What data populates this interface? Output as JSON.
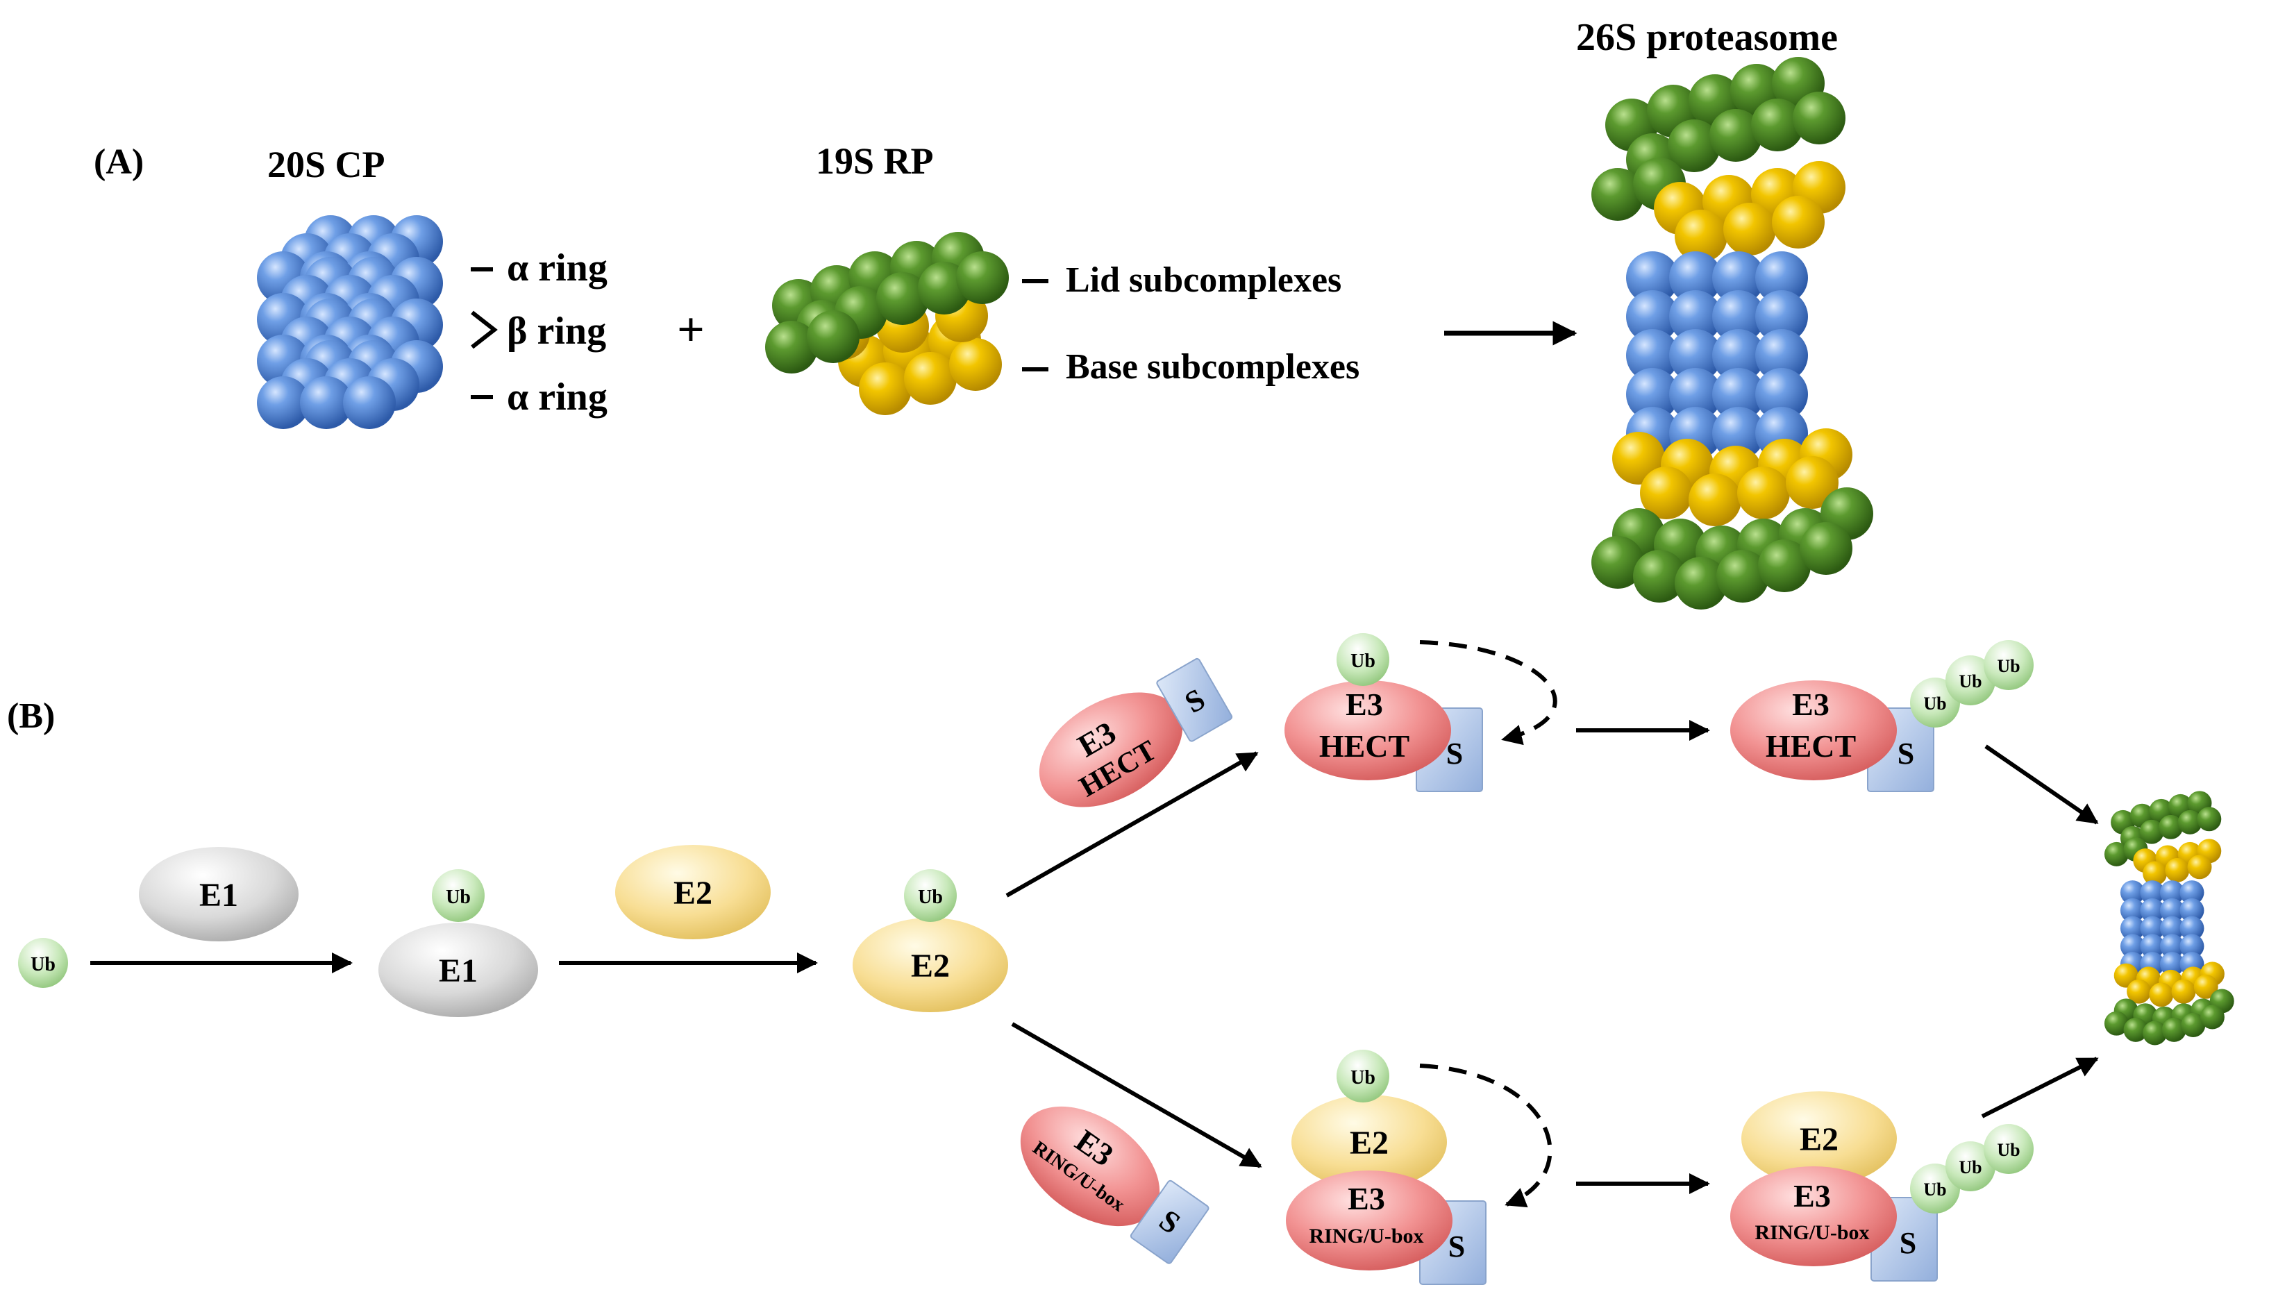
{
  "panel_a": {
    "label": "(A)",
    "cp_title": "20S CP",
    "rp_title": "19S RP",
    "proteasome_title": "26S proteasome",
    "alpha_ring_top": "α ring",
    "beta_ring": "β ring",
    "alpha_ring_bottom": "α ring",
    "lid": "Lid subcomplexes",
    "base": "Base subcomplexes",
    "plus": "+"
  },
  "panel_b": {
    "label": "(B)",
    "ub": "Ub",
    "e1": "E1",
    "e2": "E2",
    "e3": "E3",
    "hect": "HECT",
    "ring_ubox": "RING/U-box",
    "substrate": "S"
  },
  "colors": {
    "blue": "#4a7fd0",
    "green": "#3f7a1f",
    "yellow": "#e2b400",
    "grey_enzyme": "#d8d8d8",
    "yellow_enzyme": "#f7dd8e",
    "red_enzyme": "#f08a8a",
    "ub_green": "#bfe4b0",
    "substrate_blue": "#b9cdeb"
  }
}
